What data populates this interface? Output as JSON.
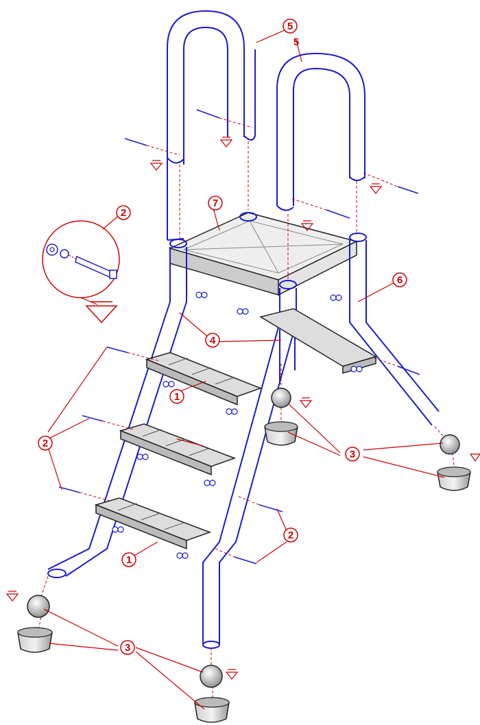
{
  "diagram": {
    "parts": [
      {
        "id": "1",
        "label": "1"
      },
      {
        "id": "2",
        "label": "2"
      },
      {
        "id": "3",
        "label": "3"
      },
      {
        "id": "4",
        "label": "4"
      },
      {
        "id": "5",
        "label": "5"
      },
      {
        "id": "6",
        "label": "6"
      },
      {
        "id": "7",
        "label": "7"
      }
    ]
  },
  "colors": {
    "tube": "#1a1acc",
    "callout": "#cc0000",
    "step": "#222222",
    "step_fill": "#d8d8d8",
    "background": "#ffffff"
  }
}
